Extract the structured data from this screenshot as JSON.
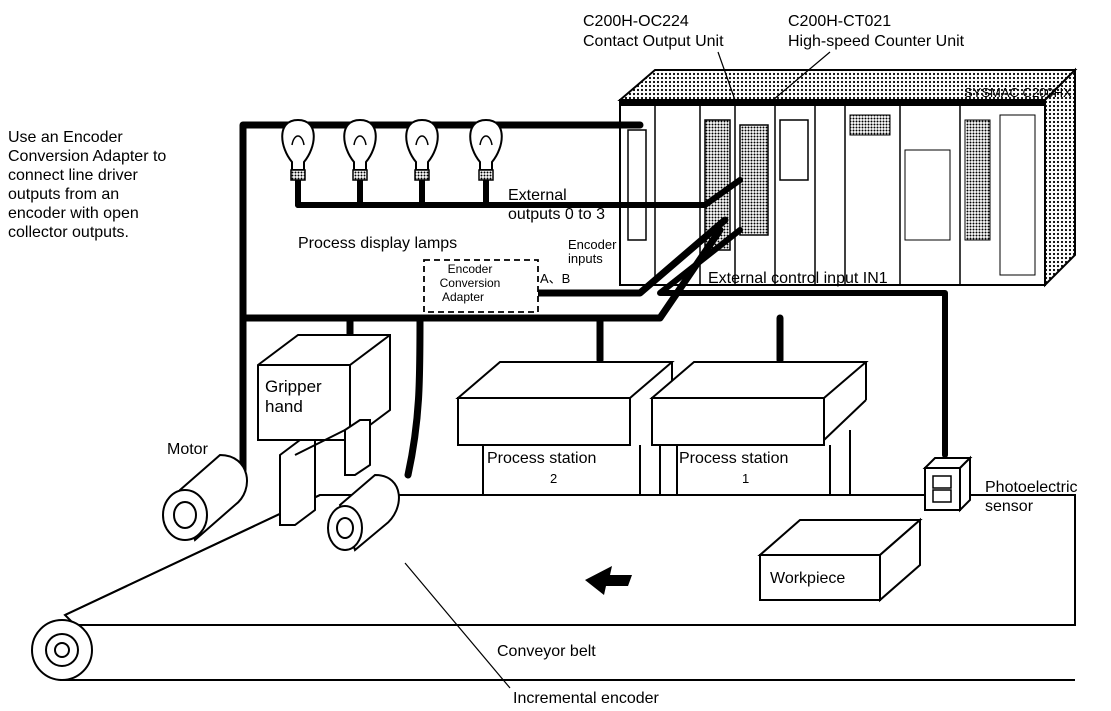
{
  "labels": {
    "output_unit_model": "C200H-OC224",
    "output_unit_name": "Contact Output Unit",
    "counter_unit_model": "C200H-CT021",
    "counter_unit_name": "High-speed Counter Unit",
    "plc_name": "SYSMAC C200HX",
    "adapter_note": [
      "Use an Encoder",
      "Conversion Adapter to",
      "connect line driver",
      "outputs from an",
      "encoder with open",
      "collector outputs."
    ],
    "external_outputs": [
      "External",
      "outputs 0 to 3"
    ],
    "process_lamps": "Process display lamps",
    "encoder_inputs": [
      "Encoder",
      "inputs"
    ],
    "adapter_box": [
      "Encoder",
      "Conversion",
      "Adapter"
    ],
    "ab_signals": "A、B",
    "control_input": "External control input IN1",
    "gripper": [
      "Gripper",
      "hand"
    ],
    "motor": "Motor",
    "station_2": "Process station",
    "station_2_num": "2",
    "station_1": "Process station",
    "station_1_num": "1",
    "photo_sensor": [
      "Photoelectric",
      "sensor"
    ],
    "workpiece": "Workpiece",
    "conveyor": "Conveyor belt",
    "encoder": "Incremental encoder"
  }
}
